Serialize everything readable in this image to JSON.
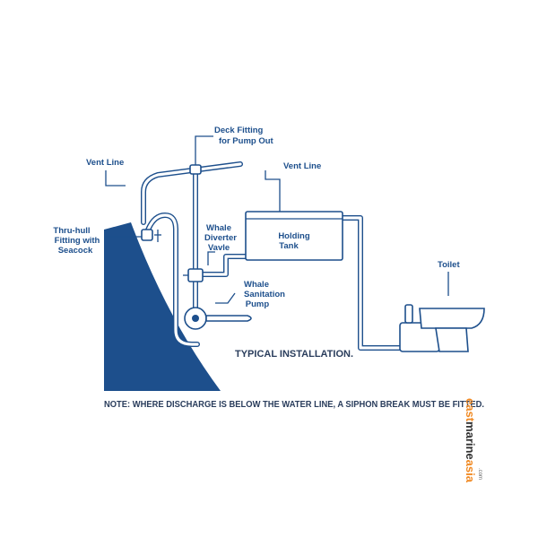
{
  "labels": {
    "deck_fitting_line1": "Deck Fitting",
    "deck_fitting_line2": "for Pump Out",
    "vent_line_left": "Vent Line",
    "vent_line_right": "Vent Line",
    "thru_hull_line1": "Thru-hull",
    "thru_hull_line2": "Fitting with",
    "thru_hull_line3": "Seacock",
    "diverter_line1": "Whale",
    "diverter_line2": "Diverter",
    "diverter_line3": "Vavle",
    "holding_line1": "Holding",
    "holding_line2": "Tank",
    "pump_line1": "Whale",
    "pump_line2": "Sanitation",
    "pump_line3": "Pump",
    "toilet": "Toilet"
  },
  "caption": "TYPICAL INSTALLATION.",
  "note": "NOTE: WHERE DISCHARGE IS BELOW THE WATER LINE, A SIPHON BREAK MUST BE FITTED.",
  "watermark": {
    "part1": "east",
    "part2": "marine",
    "part3": "asia",
    "domain": ".com"
  },
  "colors": {
    "hull_blue": "#1d4f8c",
    "text": "#2a3d5c",
    "watermark_orange": "#f08a24"
  }
}
